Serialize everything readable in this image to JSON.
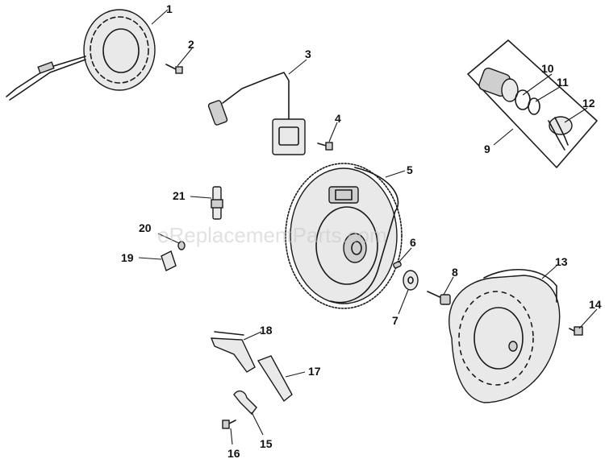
{
  "watermark": "eReplacementParts.com",
  "callouts": {
    "c1": "1",
    "c2": "2",
    "c3": "3",
    "c4": "4",
    "c5": "5",
    "c6": "6",
    "c7": "7",
    "c8": "8",
    "c9": "9",
    "c10": "10",
    "c11": "11",
    "c12": "12",
    "c13": "13",
    "c14": "14",
    "c15": "15",
    "c16": "16",
    "c17": "17",
    "c18": "18",
    "c19": "19",
    "c20": "20",
    "c21": "21"
  }
}
